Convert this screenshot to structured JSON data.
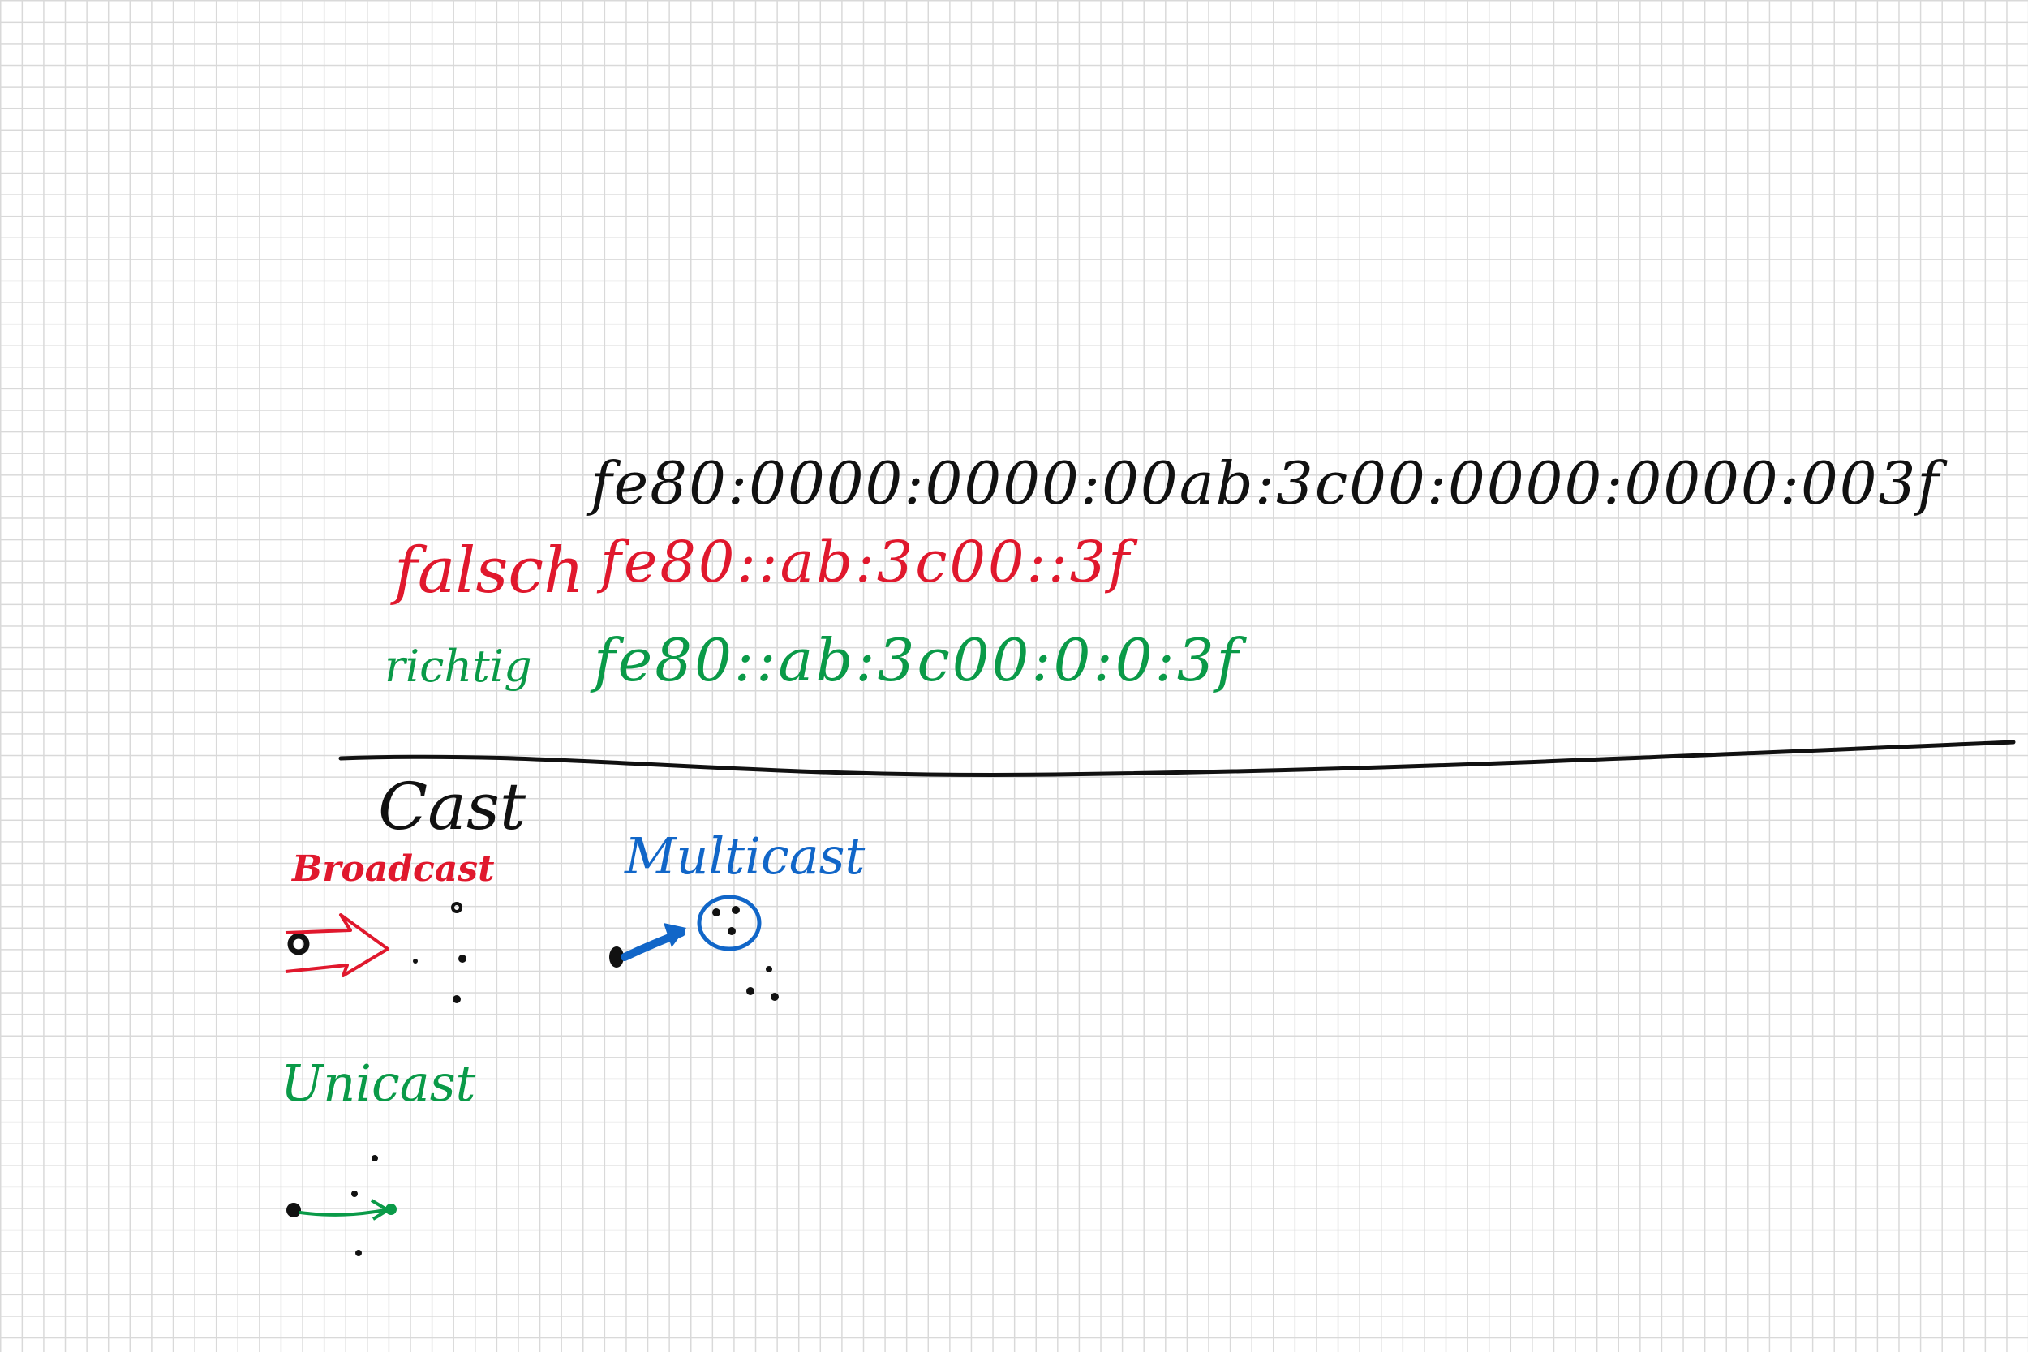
{
  "colors": {
    "ink_black": "#111111",
    "ink_red": "#e0182d",
    "ink_green": "#0a9a48",
    "ink_blue": "#1166c8",
    "grid": "#d9d9d9"
  },
  "address": {
    "full": "fe80:0000:0000:00ab:3c00:0000:0000:003f"
  },
  "wrong": {
    "label": "falsch",
    "value": "fe80::ab:3c00::3f"
  },
  "right": {
    "label": "richtig",
    "value": "fe80::ab:3c00:0:0:3f"
  },
  "cast": {
    "heading": "Cast",
    "broadcast": "Broadcast",
    "multicast": "Multicast",
    "unicast": "Unicast"
  }
}
